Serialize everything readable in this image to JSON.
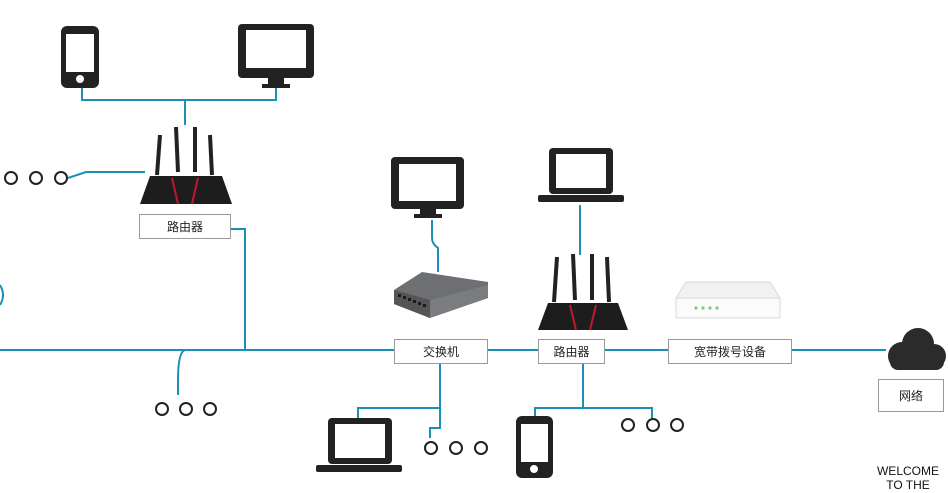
{
  "labels": {
    "router_top": "路由器",
    "switch": "交换机",
    "router_mid": "路由器",
    "broadband": "宽带拨号设备",
    "internet": "网络"
  },
  "footer": {
    "line1": "WELCOME",
    "line2": "TO THE"
  },
  "colors": {
    "line": "#1b8fb5",
    "device": "#222222",
    "router_accent": "#c0182a",
    "label_border": "#9a9a9a",
    "cloud": "#2b2b2b"
  },
  "icons": [
    "phone-icon",
    "monitor-icon",
    "router-icon",
    "switch-icon",
    "laptop-icon",
    "modem-icon",
    "cloud-icon",
    "ellipsis-icon"
  ]
}
